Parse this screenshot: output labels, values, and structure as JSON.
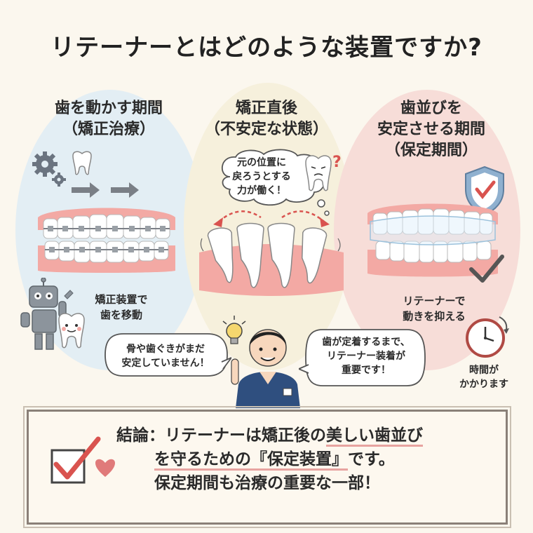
{
  "title": "リテーナーとはどのような装置ですか?",
  "panels": [
    {
      "heading": [
        "歯を動かす期間",
        "（矯正治療）"
      ],
      "caption": [
        "矯正装置で",
        "歯を移動"
      ],
      "bg": "#e3eef4"
    },
    {
      "heading": [
        "矯正直後",
        "（不安定な状態）"
      ],
      "thought": [
        "元の位置に",
        "戻ろうとする",
        "力が働く！"
      ],
      "bg": "#f6f0dc"
    },
    {
      "heading": [
        "歯並びを",
        "安定させる期間",
        "（保定期間）"
      ],
      "caption": [
        "リテーナーで",
        "動きを抑える"
      ],
      "clock_caption": [
        "時間が",
        "かかります"
      ],
      "bg": "#f7ddd8"
    }
  ],
  "doctor_left_bubble": [
    "骨や歯ぐきがまだ",
    "安定していません！"
  ],
  "doctor_right_bubble": [
    "歯が定着するまで、",
    "リテーナー装着が",
    "重要です！"
  ],
  "conclusion": {
    "line1_prefix": "結論：リテーナーは矯正後の",
    "line1_highlight": "美しい歯並び",
    "line2_highlight": "を守るための『保定装置』",
    "line2_suffix": "です。",
    "line3": "保定期間も治療の重要な一部！"
  },
  "colors": {
    "accent_red": "#d9534f",
    "gum": "#f3a9a4",
    "shield": "#8fb0cf",
    "frame": "#8a8078"
  },
  "icons": [
    "gear-icon",
    "tooth-icon",
    "arrow-right-icon",
    "robot-icon",
    "lightbulb-icon",
    "shield-check-icon",
    "checkmark-icon",
    "clock-icon",
    "heart-icon",
    "checkbox-icon"
  ]
}
